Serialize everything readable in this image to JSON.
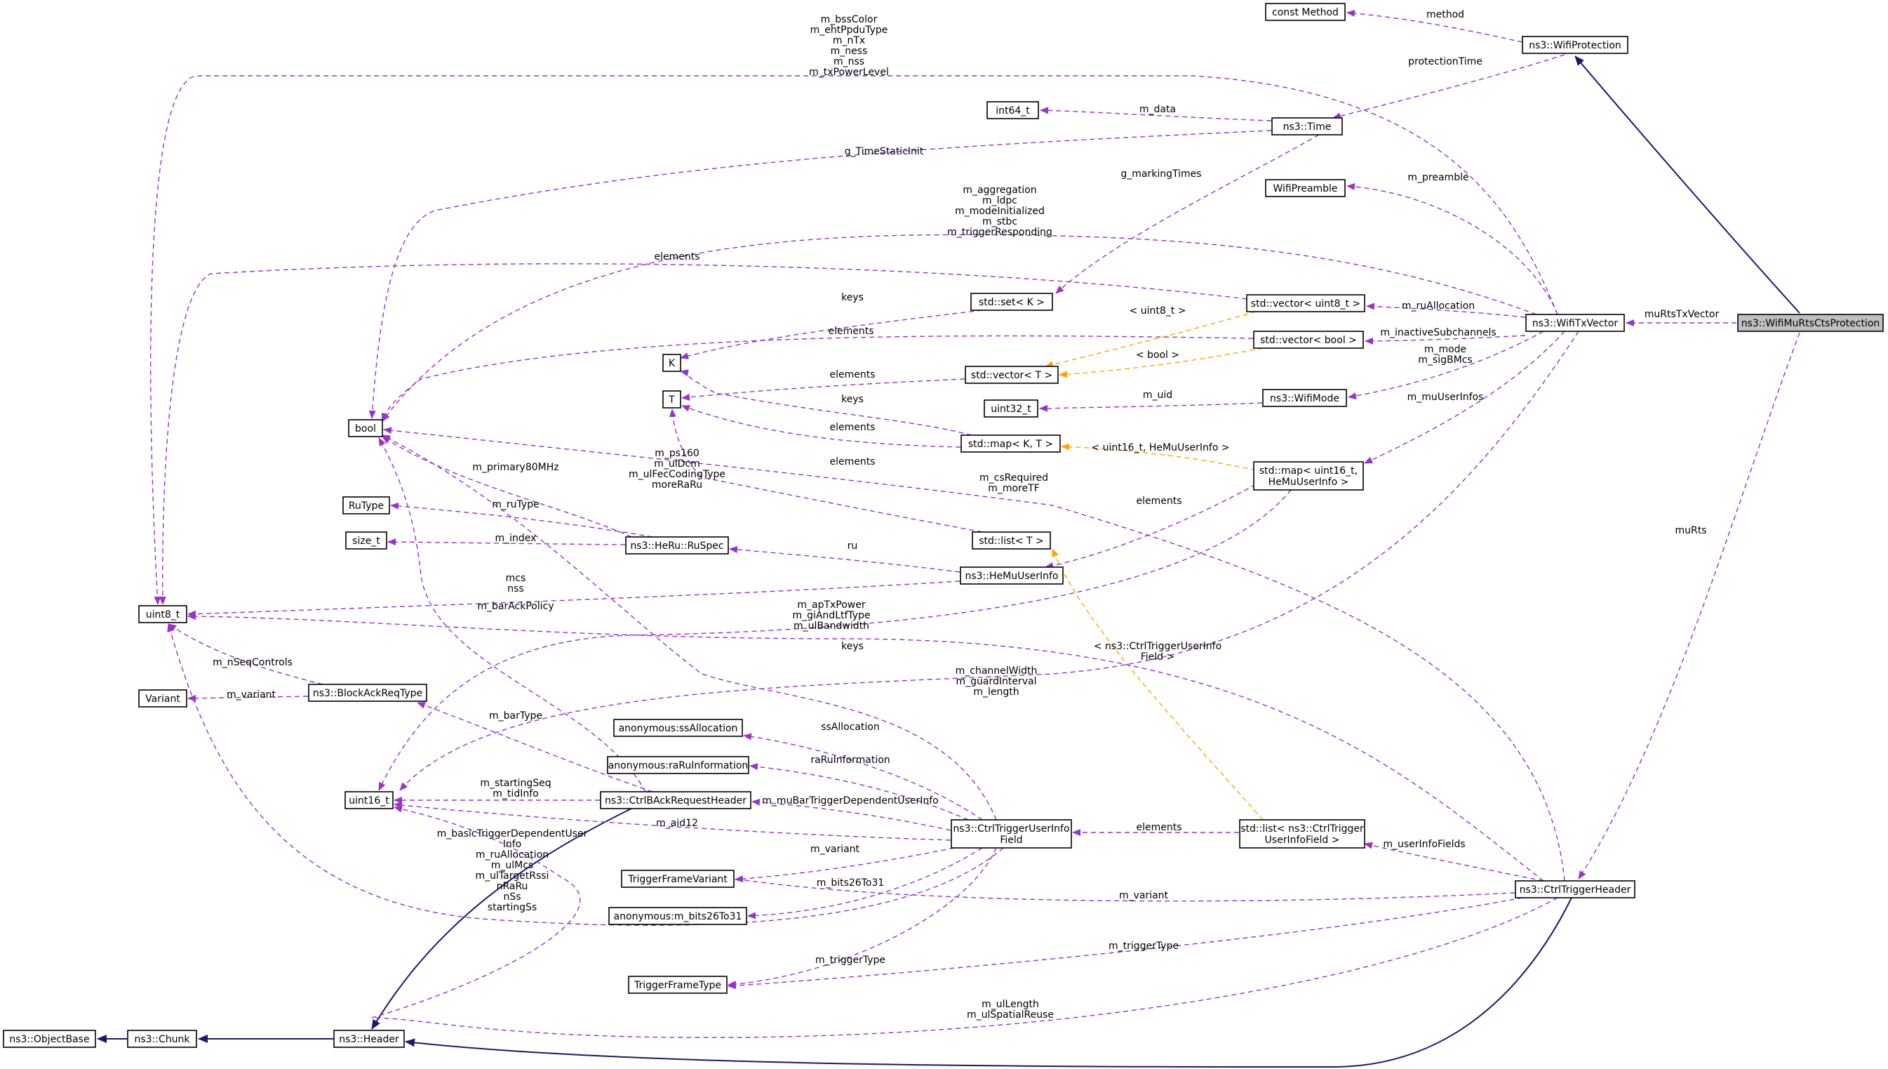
{
  "colors": {
    "usage": "#9a32cd",
    "template": "#ffa500",
    "inherit": "#191970",
    "focus_fill": "#bfbfbf",
    "node_fill": "#ffffff"
  },
  "nodes": [
    {
      "id": "n_protect",
      "label": [
        "ns3::WifiMuRtsCtsProtection"
      ],
      "focus": true
    },
    {
      "id": "n_wifiprot",
      "label": [
        "ns3::WifiProtection"
      ]
    },
    {
      "id": "n_constmethod",
      "label": [
        "const Method"
      ]
    },
    {
      "id": "n_time",
      "label": [
        "ns3::Time"
      ]
    },
    {
      "id": "n_int64",
      "label": [
        "int64_t"
      ]
    },
    {
      "id": "n_txvector",
      "label": [
        "ns3::WifiTxVector"
      ]
    },
    {
      "id": "n_preamble",
      "label": [
        "WifiPreamble"
      ]
    },
    {
      "id": "n_vec_u8",
      "label": [
        "std::vector< uint8_t >"
      ]
    },
    {
      "id": "n_vec_bool",
      "label": [
        "std::vector< bool >"
      ]
    },
    {
      "id": "n_wifimode",
      "label": [
        "ns3::WifiMode"
      ]
    },
    {
      "id": "n_map_u16",
      "label": [
        "std::map< uint16_t,",
        "HeMuUserInfo >"
      ]
    },
    {
      "id": "n_set",
      "label": [
        "std::set< K >"
      ]
    },
    {
      "id": "n_vec_t",
      "label": [
        "std::vector< T >"
      ]
    },
    {
      "id": "n_uint32",
      "label": [
        "uint32_t"
      ]
    },
    {
      "id": "n_map_kt",
      "label": [
        "std::map< K, T >"
      ]
    },
    {
      "id": "n_list_t",
      "label": [
        "std::list< T >"
      ]
    },
    {
      "id": "n_hemuuser",
      "label": [
        "ns3::HeMuUserInfo"
      ]
    },
    {
      "id": "n_K",
      "label": [
        "K"
      ]
    },
    {
      "id": "n_T",
      "label": [
        "T"
      ]
    },
    {
      "id": "n_bool",
      "label": [
        "bool"
      ]
    },
    {
      "id": "n_rutype",
      "label": [
        "RuType"
      ]
    },
    {
      "id": "n_size_t",
      "label": [
        "size_t"
      ]
    },
    {
      "id": "n_ruspec",
      "label": [
        "ns3::HeRu::RuSpec"
      ]
    },
    {
      "id": "n_uint8",
      "label": [
        "uint8_t"
      ]
    },
    {
      "id": "n_variant",
      "label": [
        "Variant"
      ]
    },
    {
      "id": "n_barreqtype",
      "label": [
        "ns3::BlockAckReqType"
      ]
    },
    {
      "id": "n_uint16",
      "label": [
        "uint16_t"
      ]
    },
    {
      "id": "n_ssalloc",
      "label": [
        "anonymous:ssAllocation"
      ]
    },
    {
      "id": "n_raru",
      "label": [
        "anonymous:raRuInformation"
      ]
    },
    {
      "id": "n_ctrlbar",
      "label": [
        "ns3::CtrlBAckRequestHeader"
      ]
    },
    {
      "id": "n_ctuif",
      "label": [
        "ns3::CtrlTriggerUserInfo",
        "Field"
      ]
    },
    {
      "id": "n_list_ctuif",
      "label": [
        "std::list< ns3::CtrlTrigger",
        "UserInfoField >"
      ]
    },
    {
      "id": "n_tfv",
      "label": [
        "TriggerFrameVariant"
      ]
    },
    {
      "id": "n_bits26",
      "label": [
        "anonymous:m_bits26To31"
      ]
    },
    {
      "id": "n_tft",
      "label": [
        "TriggerFrameType"
      ]
    },
    {
      "id": "n_cth",
      "label": [
        "ns3::CtrlTriggerHeader"
      ]
    },
    {
      "id": "n_objbase",
      "label": [
        "ns3::ObjectBase"
      ]
    },
    {
      "id": "n_chunk",
      "label": [
        "ns3::Chunk"
      ]
    },
    {
      "id": "n_header",
      "label": [
        "ns3::Header"
      ]
    }
  ],
  "edges": [
    {
      "id": "e_wifiprot_protect",
      "kind": "inherit",
      "label": []
    },
    {
      "id": "e_txvector_protect",
      "kind": "usage",
      "label": [
        "muRtsTxVector"
      ]
    },
    {
      "id": "e_cth_protect",
      "kind": "usage",
      "label": [
        "muRts"
      ]
    },
    {
      "id": "e_constmethod_wifiprot",
      "kind": "usage",
      "label": [
        "method"
      ]
    },
    {
      "id": "e_time_wifiprot",
      "kind": "usage",
      "label": [
        "protectionTime"
      ]
    },
    {
      "id": "e_int64_time",
      "kind": "usage",
      "label": [
        "m_data"
      ]
    },
    {
      "id": "e_set_time",
      "kind": "usage",
      "label": [
        "g_markingTimes"
      ]
    },
    {
      "id": "e_bool_time",
      "kind": "usage",
      "label": [
        "g_TimeStaticInit"
      ]
    },
    {
      "id": "e_uint8_txvector",
      "kind": "usage",
      "label": [
        "m_bssColor",
        "m_ehtPpduType",
        "m_nTx",
        "m_ness",
        "m_nss",
        "m_txPowerLevel"
      ]
    },
    {
      "id": "e_bool_txvector",
      "kind": "usage",
      "label": [
        "m_aggregation",
        "m_ldpc",
        "m_modeInitialized",
        "m_stbc",
        "m_triggerResponding"
      ]
    },
    {
      "id": "e_preamble_txvector",
      "kind": "usage",
      "label": [
        "m_preamble"
      ]
    },
    {
      "id": "e_vecu8_txvector",
      "kind": "usage",
      "label": [
        "m_ruAllocation"
      ]
    },
    {
      "id": "e_vecbool_txvector",
      "kind": "usage",
      "label": [
        "m_inactiveSubchannels"
      ]
    },
    {
      "id": "e_wifimode_txvector",
      "kind": "usage",
      "label": [
        "m_mode",
        "m_sigBMcs"
      ]
    },
    {
      "id": "e_mapu16_txvector",
      "kind": "usage",
      "label": [
        "m_muUserInfos"
      ]
    },
    {
      "id": "e_uint16_txvector",
      "kind": "usage",
      "label": [
        "m_channelWidth",
        "m_guardInterval",
        "m_length"
      ]
    },
    {
      "id": "e_uint8_vecu8",
      "kind": "usage",
      "label": [
        "elements"
      ]
    },
    {
      "id": "e_bool_vecbool",
      "kind": "usage",
      "label": [
        "elements"
      ]
    },
    {
      "id": "e_vect_vecu8",
      "kind": "template",
      "label": [
        "< uint8_t >"
      ]
    },
    {
      "id": "e_vect_vecbool",
      "kind": "template",
      "label": [
        "< bool >"
      ]
    },
    {
      "id": "e_uint32_wifimode",
      "kind": "usage",
      "label": [
        "m_uid"
      ]
    },
    {
      "id": "e_mapkt_mapu16",
      "kind": "template",
      "label": [
        "< uint16_t, HeMuUserInfo >"
      ]
    },
    {
      "id": "e_hemuuser_mapu16",
      "kind": "usage",
      "label": [
        "elements"
      ]
    },
    {
      "id": "e_uint16_mapu16",
      "kind": "usage",
      "label": [
        "keys"
      ]
    },
    {
      "id": "e_K_set",
      "kind": "usage",
      "label": [
        "keys"
      ]
    },
    {
      "id": "e_T_vect",
      "kind": "usage",
      "label": [
        "elements"
      ]
    },
    {
      "id": "e_K_mapkt",
      "kind": "usage",
      "label": [
        "keys"
      ]
    },
    {
      "id": "e_T_mapkt",
      "kind": "usage",
      "label": [
        "elements"
      ]
    },
    {
      "id": "e_T_listt",
      "kind": "usage",
      "label": [
        "elements"
      ]
    },
    {
      "id": "e_ruspec_hemuuser",
      "kind": "usage",
      "label": [
        "ru"
      ]
    },
    {
      "id": "e_uint8_hemuuser",
      "kind": "usage",
      "label": [
        "mcs",
        "nss"
      ]
    },
    {
      "id": "e_rutype_ruspec",
      "kind": "usage",
      "label": [
        "m_ruType"
      ]
    },
    {
      "id": "e_sizet_ruspec",
      "kind": "usage",
      "label": [
        "m_index"
      ]
    },
    {
      "id": "e_bool_ruspec",
      "kind": "usage",
      "label": [
        "m_primary80MHz"
      ]
    },
    {
      "id": "e_uint8_barreq",
      "kind": "usage",
      "label": [
        "m_nSeqControls"
      ]
    },
    {
      "id": "e_variant_barreq",
      "kind": "usage",
      "label": [
        "m_variant"
      ]
    },
    {
      "id": "e_barreq_ctrlbar",
      "kind": "usage",
      "label": [
        "m_barType"
      ]
    },
    {
      "id": "e_uint16_ctrlbar",
      "kind": "usage",
      "label": [
        "m_startingSeq",
        "m_tidInfo"
      ]
    },
    {
      "id": "e_bool_ctrlbar",
      "kind": "usage",
      "label": [
        "m_barAckPolicy"
      ]
    },
    {
      "id": "e_header_ctrlbar",
      "kind": "inherit",
      "label": []
    },
    {
      "id": "e_ssalloc_ctuif",
      "kind": "usage",
      "label": [
        "ssAllocation"
      ]
    },
    {
      "id": "e_raru_ctuif",
      "kind": "usage",
      "label": [
        "raRuInformation"
      ]
    },
    {
      "id": "e_ctrlbar_ctuif",
      "kind": "usage",
      "label": [
        "m_muBarTriggerDependentUserInfo"
      ]
    },
    {
      "id": "e_uint16_ctuif",
      "kind": "usage",
      "label": [
        "m_aid12"
      ]
    },
    {
      "id": "e_tfv_ctuif",
      "kind": "usage",
      "label": [
        "m_variant"
      ]
    },
    {
      "id": "e_bits26_ctuif",
      "kind": "usage",
      "label": [
        "m_bits26To31"
      ]
    },
    {
      "id": "e_tft_ctuif",
      "kind": "usage",
      "label": [
        "m_triggerType"
      ]
    },
    {
      "id": "e_bool_ctuif",
      "kind": "usage",
      "label": [
        "m_ps160",
        "m_ulDcm",
        "m_ulFecCodingType",
        "moreRaRu"
      ]
    },
    {
      "id": "e_uint8_ctuif",
      "kind": "usage",
      "label": [
        "m_basicTriggerDependentUser",
        "Info",
        "m_ruAllocation",
        "m_ulMcs",
        "m_ulTargetRssi",
        "nRaRu",
        "nSs",
        "startingSs"
      ]
    },
    {
      "id": "e_ctuif_listctuif",
      "kind": "usage",
      "label": [
        "elements"
      ]
    },
    {
      "id": "e_listt_listctuif",
      "kind": "template",
      "label": [
        "< ns3::CtrlTriggerUserInfo",
        "Field >"
      ]
    },
    {
      "id": "e_listctuif_cth",
      "kind": "usage",
      "label": [
        "m_userInfoFields"
      ]
    },
    {
      "id": "e_tfv_cth",
      "kind": "usage",
      "label": [
        "m_variant"
      ]
    },
    {
      "id": "e_tft_cth",
      "kind": "usage",
      "label": [
        "m_triggerType"
      ]
    },
    {
      "id": "e_uint16_cth",
      "kind": "usage",
      "label": [
        "m_ulLength",
        "m_ulSpatialReuse"
      ]
    },
    {
      "id": "e_bool_cth",
      "kind": "usage",
      "label": [
        "m_csRequired",
        "m_moreTF"
      ]
    },
    {
      "id": "e_uint8_cth",
      "kind": "usage",
      "label": [
        "m_apTxPower",
        "m_giAndLtfType",
        "m_ulBandwidth"
      ]
    },
    {
      "id": "e_header_cth",
      "kind": "inherit",
      "label": []
    },
    {
      "id": "e_objbase_chunk",
      "kind": "inherit",
      "label": []
    },
    {
      "id": "e_chunk_header",
      "kind": "inherit",
      "label": []
    }
  ]
}
